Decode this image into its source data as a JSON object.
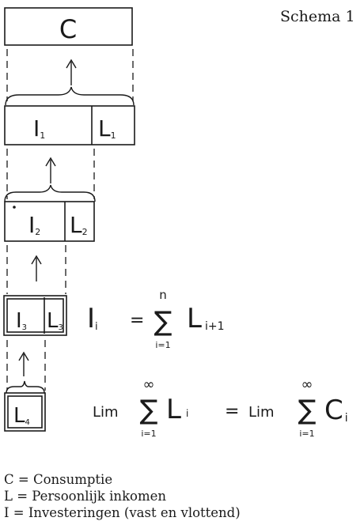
{
  "title": "Schema 1",
  "boxes": {
    "top": "C",
    "level1": {
      "left_main": "I",
      "left_sub": "1",
      "right_main": "L",
      "right_sub": "1"
    },
    "level2": {
      "left_main": "I",
      "left_sub": "2",
      "right_main": "L",
      "right_sub": "2"
    },
    "level3": {
      "left_main": "I",
      "left_sub": "3",
      "right_main": "L",
      "right_sub": "3"
    },
    "level4": {
      "main": "L",
      "sub": "4"
    }
  },
  "formula1": {
    "lhs_main": "I",
    "lhs_sub": "i",
    "equals": "=",
    "sum_upper": "n",
    "sum_lower": "i=1",
    "term_main": "L",
    "term_sub": "i+1"
  },
  "formula2": {
    "lim1": "Lim",
    "sum1_upper": "∞",
    "sum1_lower": "i=1",
    "term1_main": "L",
    "term1_sub": "i",
    "equals": "=",
    "lim2": "Lim",
    "sum2_upper": "∞",
    "sum2_lower": "i=1",
    "term2_main": "C",
    "term2_sub": "i"
  },
  "legend": [
    "C = Consumptie",
    "L = Persoonlijk inkomen",
    "I = Investeringen (vast en vlottend)"
  ]
}
